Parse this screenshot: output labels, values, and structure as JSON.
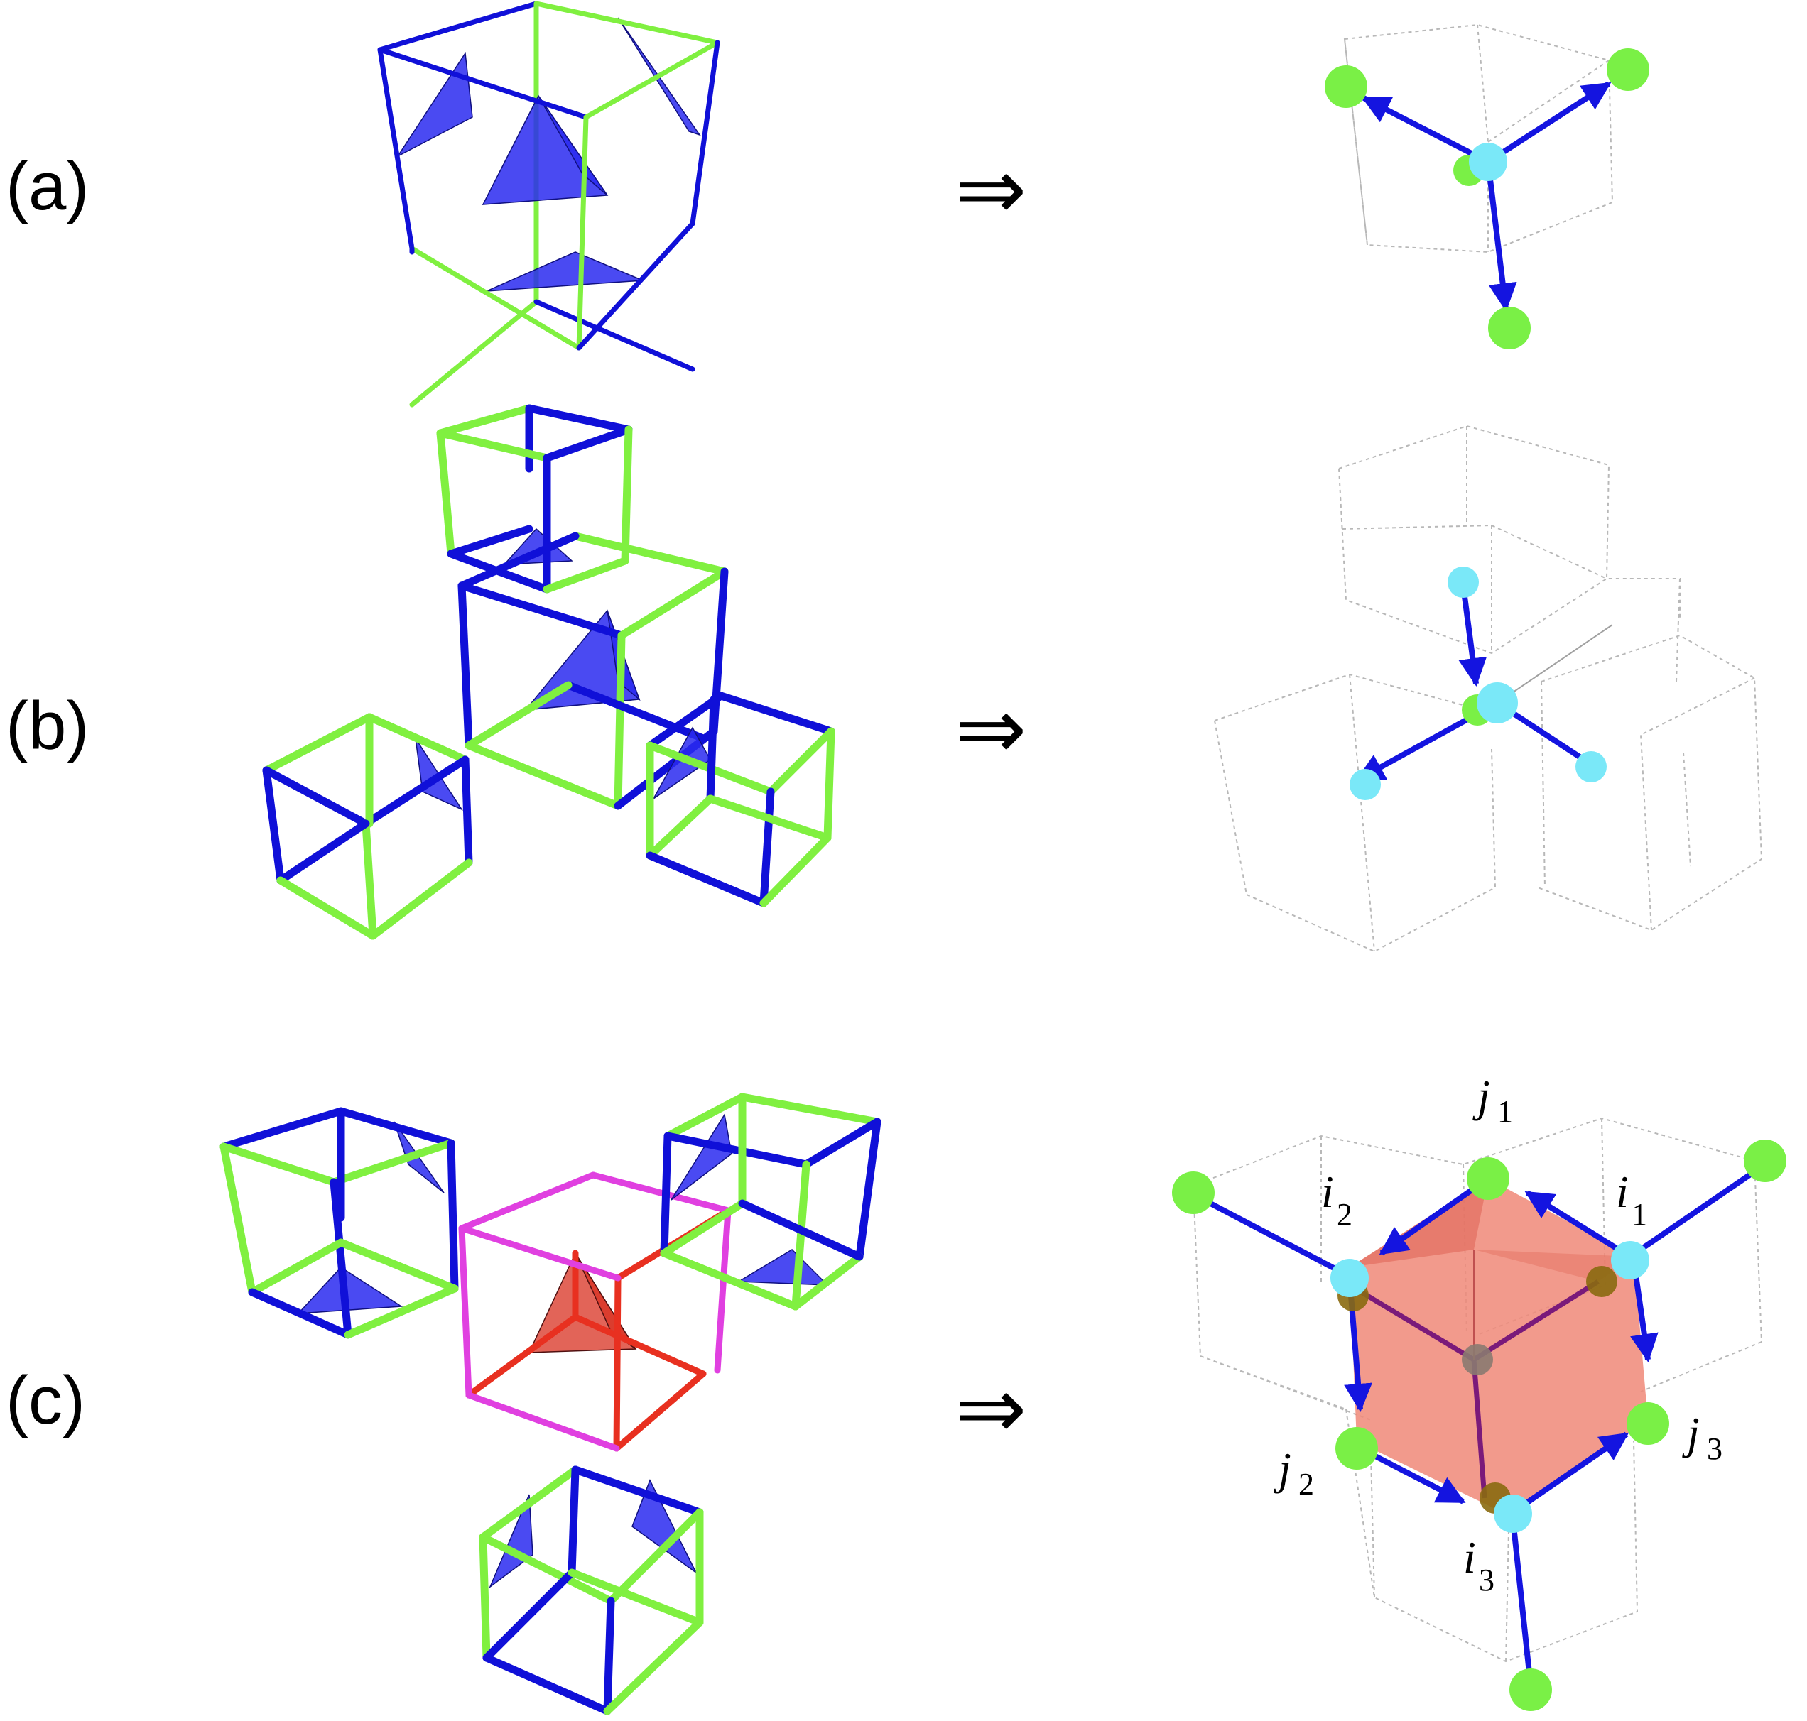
{
  "panels": [
    {
      "label": "(a)"
    },
    {
      "label": "(b)"
    },
    {
      "label": "(c)"
    }
  ],
  "arrow_symbol": "⇒",
  "site_labels": [
    {
      "letter": "j",
      "sub": "1"
    },
    {
      "letter": "i",
      "sub": "2"
    },
    {
      "letter": "i",
      "sub": "1"
    },
    {
      "letter": "j",
      "sub": "3"
    },
    {
      "letter": "j",
      "sub": "2"
    },
    {
      "letter": "i",
      "sub": "3"
    }
  ],
  "colors": {
    "edge_blue": "#1010d8",
    "edge_green": "#80f040",
    "edge_red": "#e83020",
    "edge_magenta": "#e040e0",
    "tetrahedron_blue": "#2a2af0",
    "tetrahedron_red": "#d83020",
    "ball_green": "#7af046",
    "ball_cyan": "#7ae8f8",
    "hexagon_fill": "#f08878"
  }
}
